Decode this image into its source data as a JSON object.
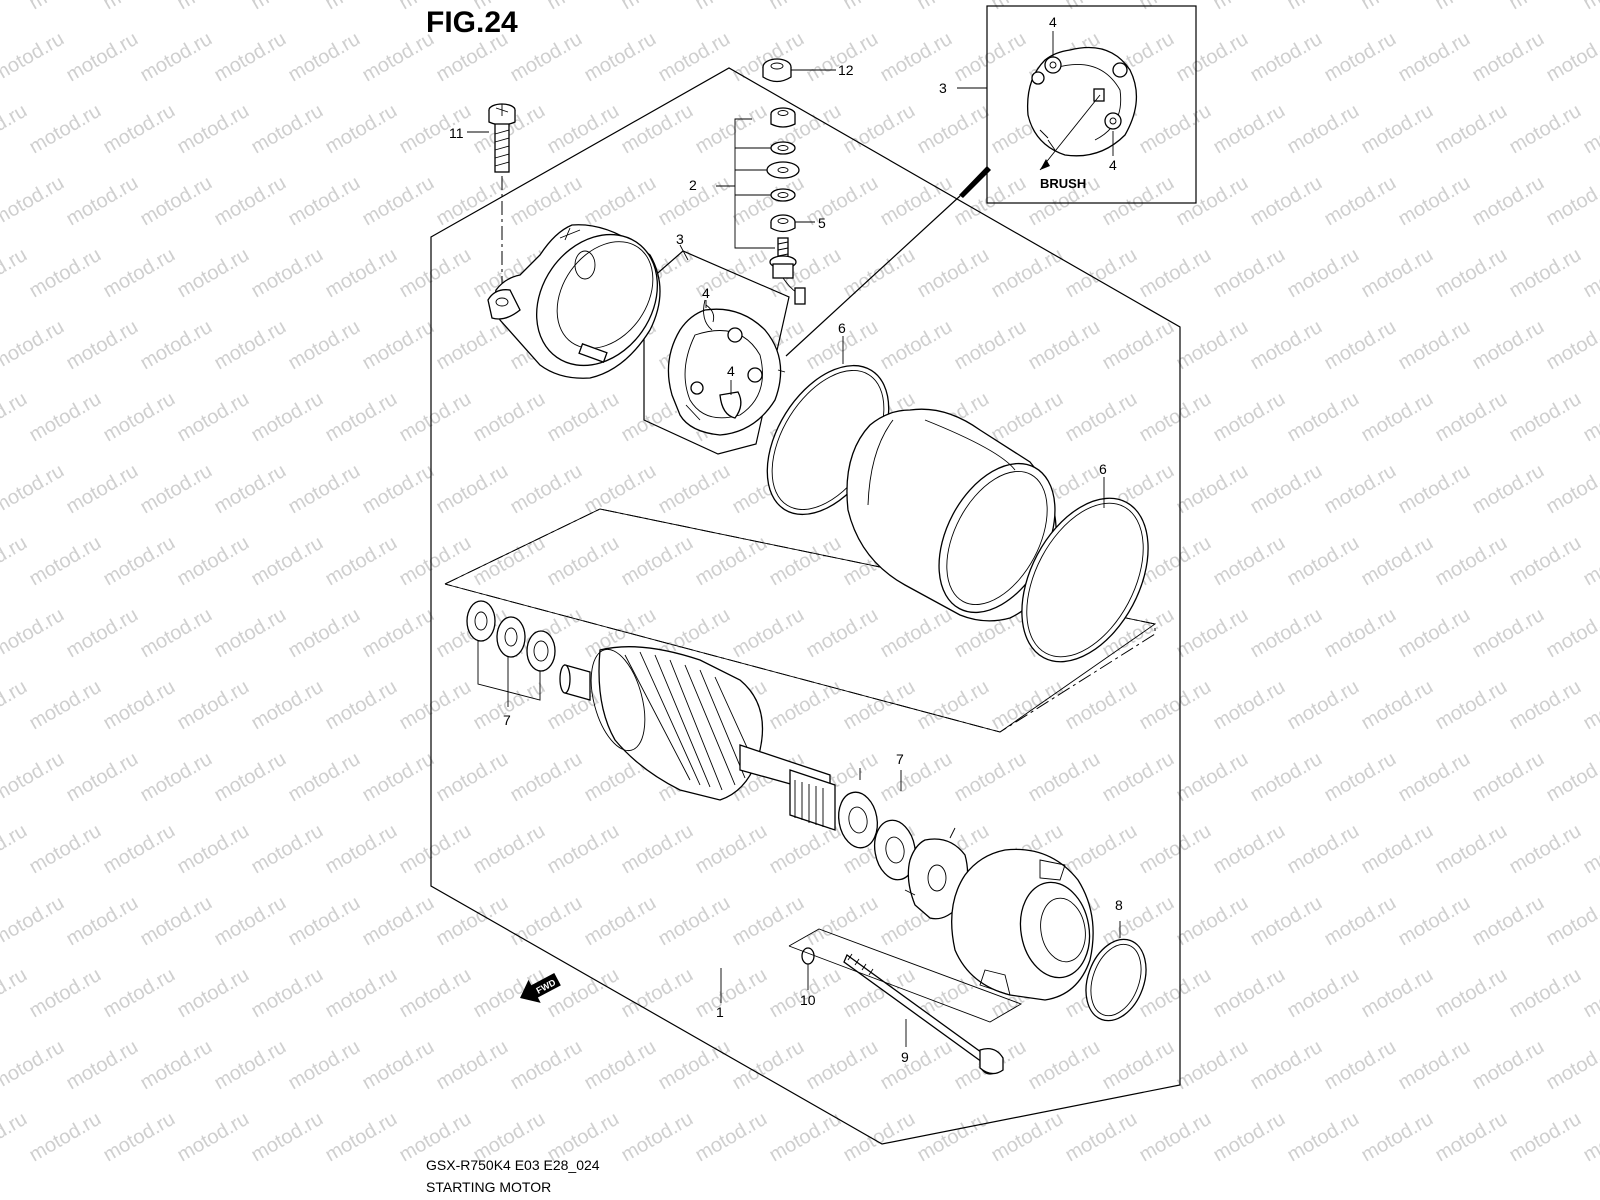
{
  "figure": {
    "label": "FIG.24",
    "code": "GSX-R750K4 E03 E28_024",
    "title": "STARTING MOTOR"
  },
  "watermark": "motod.ru",
  "inset": {
    "brush_label": "BRUSH"
  },
  "direction_label": "FWD",
  "callouts": {
    "c1": "1",
    "c2": "2",
    "c3a": "3",
    "c3b": "3",
    "c4a": "4",
    "c4b": "4",
    "c4c": "4",
    "c4d": "4",
    "c5": "5",
    "c6a": "6",
    "c6b": "6",
    "c7a": "7",
    "c7b": "7",
    "c8": "8",
    "c9": "9",
    "c10": "10",
    "c11": "11",
    "c12": "12"
  }
}
